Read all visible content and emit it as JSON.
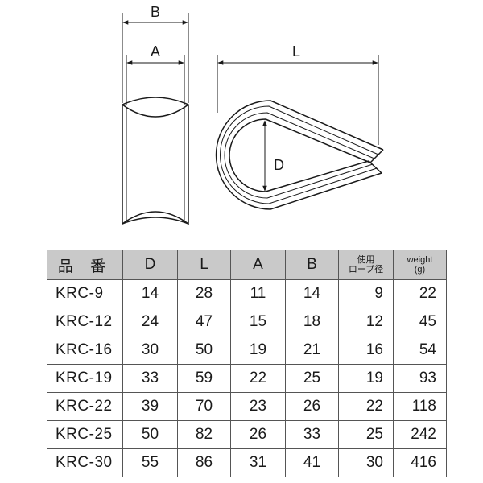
{
  "diagram": {
    "label_B": "B",
    "label_A": "A",
    "label_L": "L",
    "label_D": "D"
  },
  "table": {
    "headers": {
      "code": "品 番",
      "D": "D",
      "L": "L",
      "A": "A",
      "B": "B",
      "rope_line1": "使用",
      "rope_line2": "ロープ径",
      "weight_line1": "weight",
      "weight_line2": "(g)"
    },
    "rows": [
      {
        "code": "KRC-9",
        "D": "14",
        "L": "28",
        "A": "11",
        "B": "14",
        "rope": "9",
        "weight": "22"
      },
      {
        "code": "KRC-12",
        "D": "24",
        "L": "47",
        "A": "15",
        "B": "18",
        "rope": "12",
        "weight": "45"
      },
      {
        "code": "KRC-16",
        "D": "30",
        "L": "50",
        "A": "19",
        "B": "21",
        "rope": "16",
        "weight": "54"
      },
      {
        "code": "KRC-19",
        "D": "33",
        "L": "59",
        "A": "22",
        "B": "25",
        "rope": "19",
        "weight": "93"
      },
      {
        "code": "KRC-22",
        "D": "39",
        "L": "70",
        "A": "23",
        "B": "26",
        "rope": "22",
        "weight": "118"
      },
      {
        "code": "KRC-25",
        "D": "50",
        "L": "82",
        "A": "26",
        "B": "33",
        "rope": "25",
        "weight": "242"
      },
      {
        "code": "KRC-30",
        "D": "55",
        "L": "86",
        "A": "31",
        "B": "41",
        "rope": "30",
        "weight": "416"
      }
    ]
  }
}
